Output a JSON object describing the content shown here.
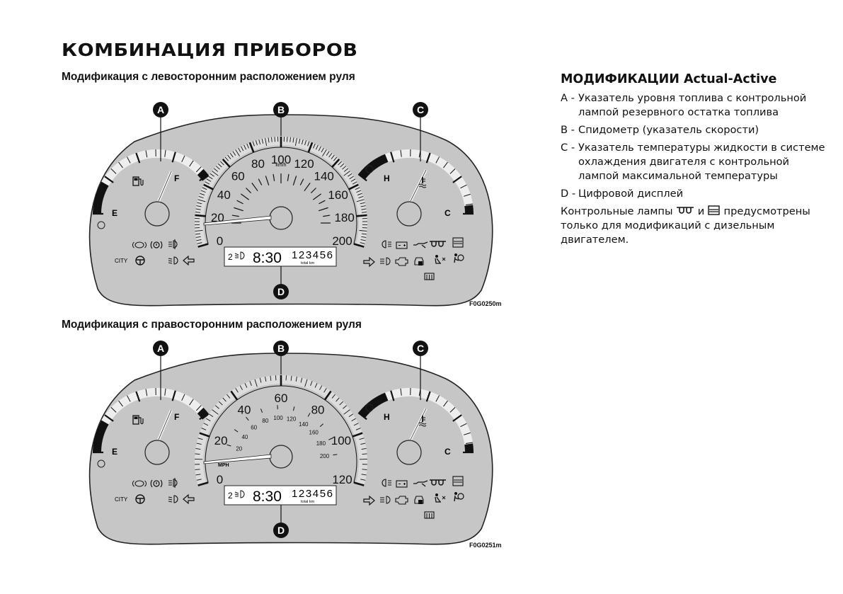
{
  "title": "КОМБИНАЦИЯ ПРИБОРОВ",
  "figures": [
    {
      "subtitle": "Модификация с левосторонним расположением руля",
      "code": "F0G0250m",
      "callouts": [
        "A",
        "B",
        "C",
        "D"
      ],
      "fuel_labels": {
        "empty": "E",
        "full": "F"
      },
      "temp_labels": {
        "hot": "H",
        "cold": "C"
      },
      "speedo_major": [
        "0",
        "20",
        "40",
        "60",
        "80",
        "100",
        "120",
        "140",
        "160",
        "180",
        "200"
      ],
      "speedo_inner": [],
      "speedo_unit": "km/h",
      "speedo_unit2": "",
      "city_label": "CITY",
      "display": {
        "gear": "2",
        "time": "8:30",
        "odometer": "123456",
        "odo_label": "total km"
      }
    },
    {
      "subtitle": "Модификация с правосторонним расположением руля",
      "code": "F0G0251m",
      "callouts": [
        "A",
        "B",
        "C",
        "D"
      ],
      "fuel_labels": {
        "empty": "E",
        "full": "F"
      },
      "temp_labels": {
        "hot": "H",
        "cold": "C"
      },
      "speedo_major": [
        "0",
        "20",
        "40",
        "60",
        "80",
        "100",
        "120"
      ],
      "speedo_inner": [
        "20",
        "40",
        "60",
        "80",
        "100",
        "120",
        "140",
        "160",
        "180",
        "200"
      ],
      "speedo_unit": "",
      "speedo_unit2": "MPH",
      "city_label": "CITY",
      "display": {
        "gear": "2",
        "time": "8:30",
        "odometer": "123456",
        "odo_label": "total km"
      }
    }
  ],
  "legend": {
    "heading": "МОДИФИКАЦИИ Actual-Active",
    "items": [
      {
        "letter": "A -",
        "text": "Указатель уровня топлива с контрольной лампой резервного остатка топлива"
      },
      {
        "letter": "B -",
        "text": "Спидометр (указатель скорости)"
      },
      {
        "letter": "C -",
        "text": "Указатель температуры жидкости в системе охлаждения двигателя с контрольной лампой максимальной температуры"
      },
      {
        "letter": "D -",
        "text": "Цифровой дисплей"
      }
    ],
    "note_before": "Контрольные лампы",
    "note_mid": "и",
    "note_after": "предусмотрены только для модификаций с дизельным двигателем."
  },
  "colors": {
    "panel": "#c6c6c6",
    "ink": "#111111"
  }
}
